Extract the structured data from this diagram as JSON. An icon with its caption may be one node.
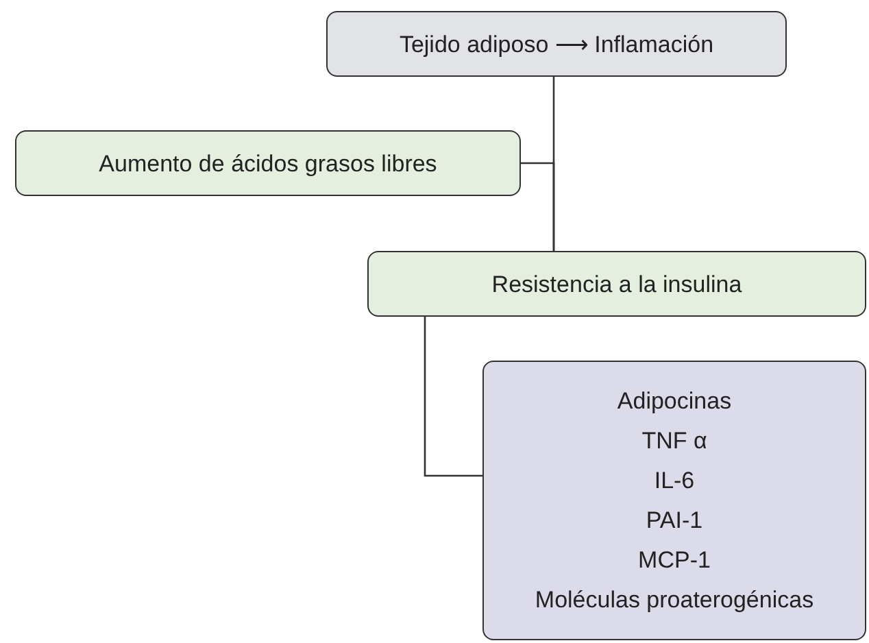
{
  "diagram": {
    "nodes": [
      {
        "text": [
          "Tejido adiposo ⟶ Inflamación"
        ]
      },
      {
        "text": [
          "Aumento de ácidos grasos libres"
        ]
      },
      {
        "text": [
          "Resistencia a la insulina"
        ]
      },
      {
        "text": [
          "Adipocinas",
          "TNF α",
          "IL-6",
          "PAI-1",
          "MCP-1",
          "Moléculas proaterogénicas"
        ]
      }
    ],
    "edges": [
      {
        "from": 0,
        "to": 2,
        "arrow": "none"
      },
      {
        "from": 1,
        "to": 2,
        "arrow": "none"
      },
      {
        "from": 2,
        "to": 3,
        "arrow": "none"
      }
    ]
  }
}
